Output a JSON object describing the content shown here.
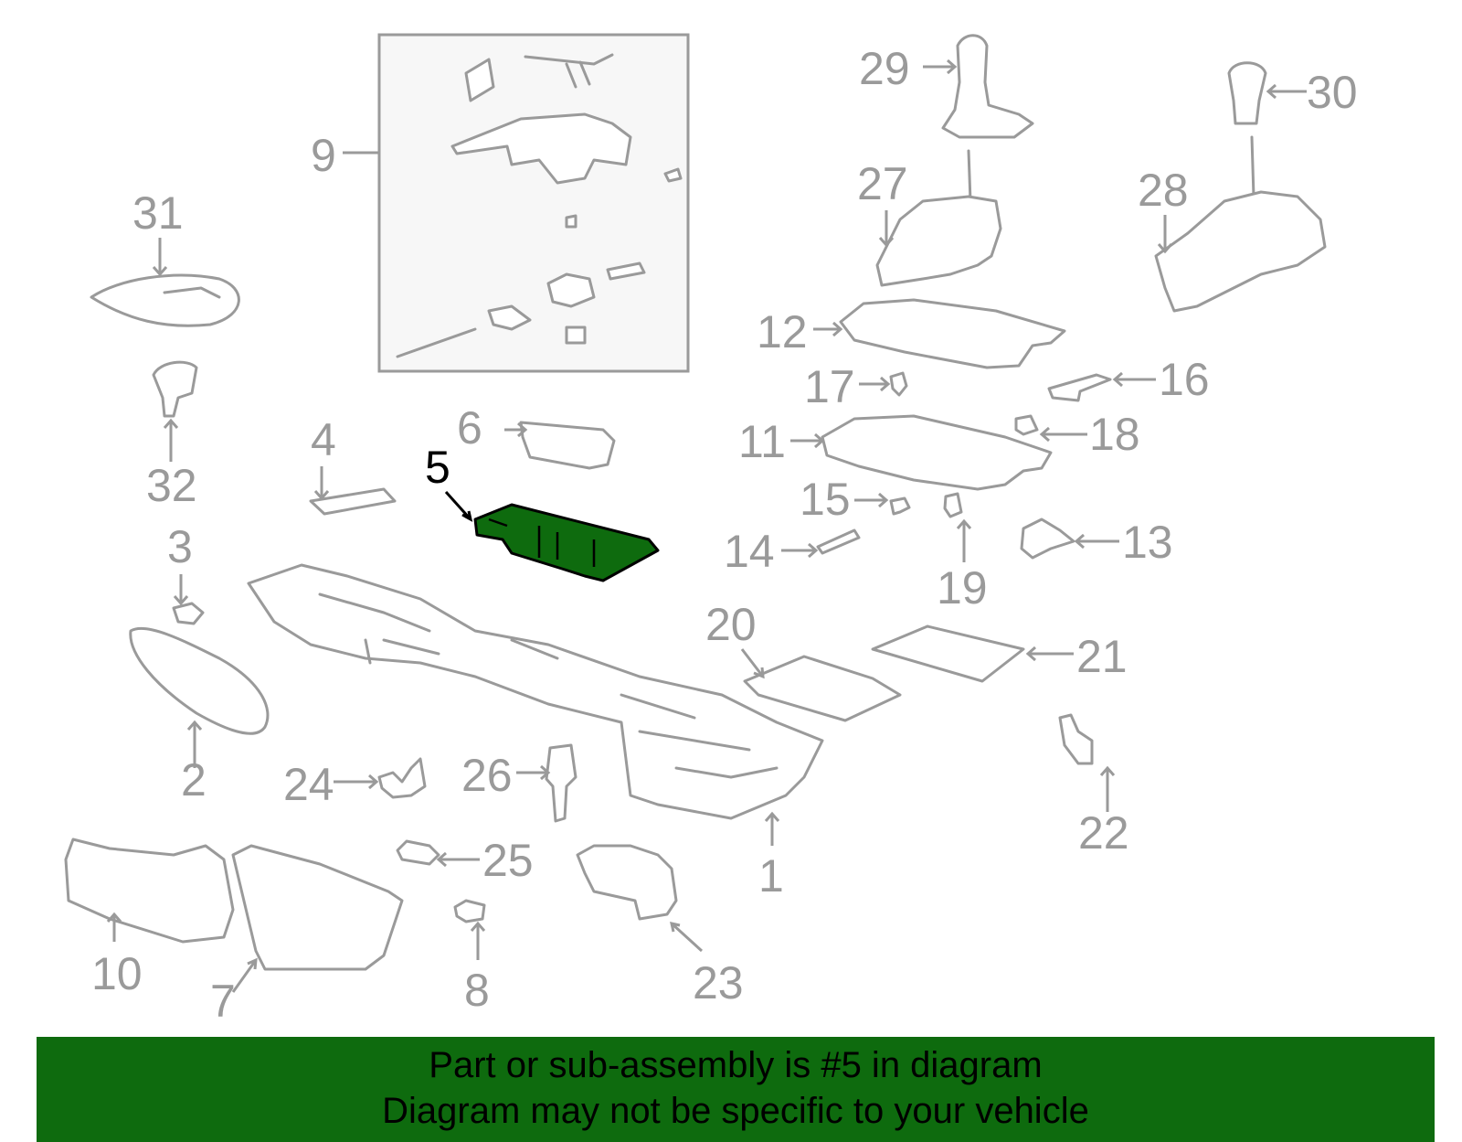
{
  "highlight_color": "#0e6b0e",
  "callouts": {
    "c1": "1",
    "c2": "2",
    "c3": "3",
    "c4": "4",
    "c5": "5",
    "c6": "6",
    "c7": "7",
    "c8": "8",
    "c9": "9",
    "c10": "10",
    "c11": "11",
    "c12": "12",
    "c13": "13",
    "c14": "14",
    "c15": "15",
    "c16": "16",
    "c17": "17",
    "c18": "18",
    "c19": "19",
    "c20": "20",
    "c21": "21",
    "c22": "22",
    "c23": "23",
    "c24": "24",
    "c25": "25",
    "c26": "26",
    "c27": "27",
    "c28": "28",
    "c29": "29",
    "c30": "30",
    "c31": "31",
    "c32": "32"
  },
  "highlighted_part": "5",
  "banner": {
    "line1": "Part or sub-assembly is #5 in diagram",
    "line2": "Diagram may not be specific to your vehicle"
  }
}
